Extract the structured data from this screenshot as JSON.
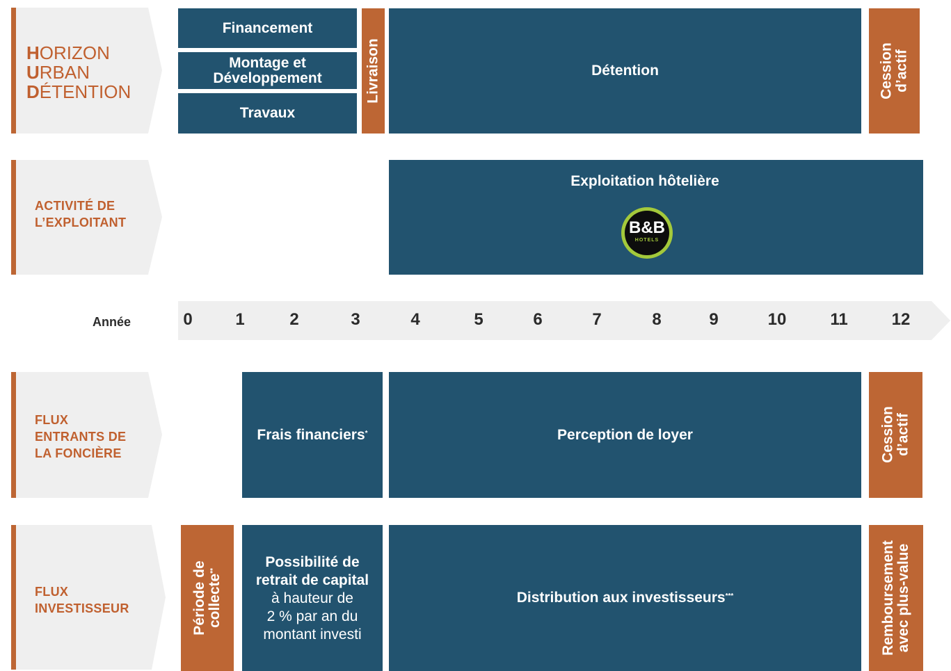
{
  "colors": {
    "navy": "#22536f",
    "copper": "#bd6634",
    "label_bg": "#efefef",
    "label_text": "#c0602f",
    "bb_green": "#a4c93b"
  },
  "row1": {
    "label": {
      "h_initial": "H",
      "h_rest": "ORIZON",
      "u_initial": "U",
      "u_rest": "RBAN",
      "d_initial": "D",
      "d_rest": "ÉTENTION"
    },
    "financement": "Financement",
    "montage_line1": "Montage et",
    "montage_line2": "Développement",
    "travaux": "Travaux",
    "livraison": "Livraison",
    "detention": "Détention",
    "cession_line1": "Cession",
    "cession_line2": "d’actif"
  },
  "row2": {
    "label_line1": "ACTIVITÉ DE",
    "label_line2": "L’EXPLOITANT",
    "exploitation": "Exploitation hôtelière",
    "logo_main": "B&B",
    "logo_sub": "HOTELS",
    "logo_icon": "bb-hotels-logo"
  },
  "timeline": {
    "label": "Année",
    "years": [
      "0",
      "1",
      "2",
      "3",
      "4",
      "5",
      "6",
      "7",
      "8",
      "9",
      "10",
      "11",
      "12"
    ]
  },
  "row3": {
    "label_line1": "FLUX",
    "label_line2": "ENTRANTS DE",
    "label_line3": "LA FONCIÈRE",
    "frais": "Frais financiers",
    "frais_mark": "*",
    "perception": "Perception de loyer",
    "cession_line1": "Cession",
    "cession_line2": "d’actif"
  },
  "row4": {
    "label_line1": "FLUX",
    "label_line2": "INVESTISSEUR",
    "periode_line1": "Période de",
    "periode_line2": "collecte",
    "periode_mark": "**",
    "retrait_line1": "Possibilité de",
    "retrait_line2": "retrait de capital",
    "retrait_line3": "à hauteur de",
    "retrait_line4": "2 % par an du",
    "retrait_line5": "montant investi",
    "distribution": "Distribution aux investisseurs",
    "distribution_mark": "***",
    "remb_line1": "Remboursement",
    "remb_line2": "avec plus-value"
  }
}
